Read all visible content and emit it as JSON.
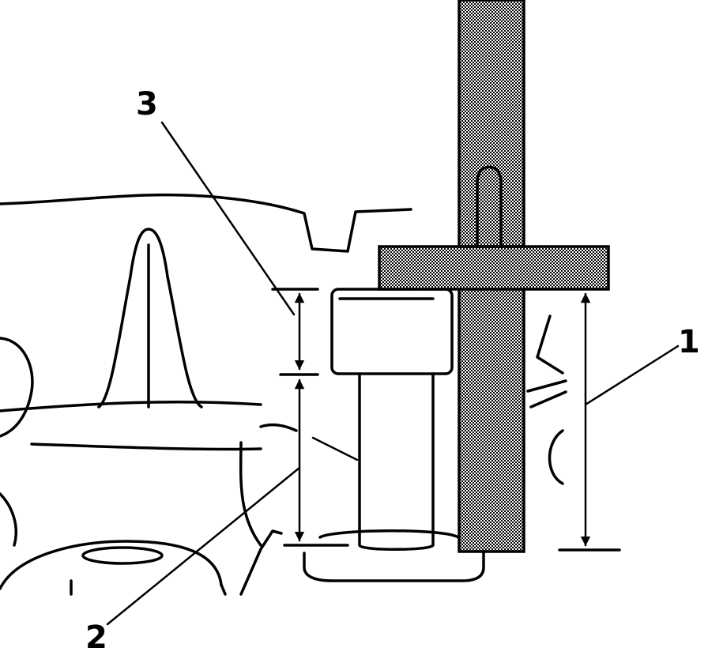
{
  "callouts": {
    "one": "1",
    "two": "2",
    "three": "3"
  },
  "colors": {
    "line": "#000000",
    "background": "#ffffff",
    "hatch": "#8a8a8a"
  }
}
